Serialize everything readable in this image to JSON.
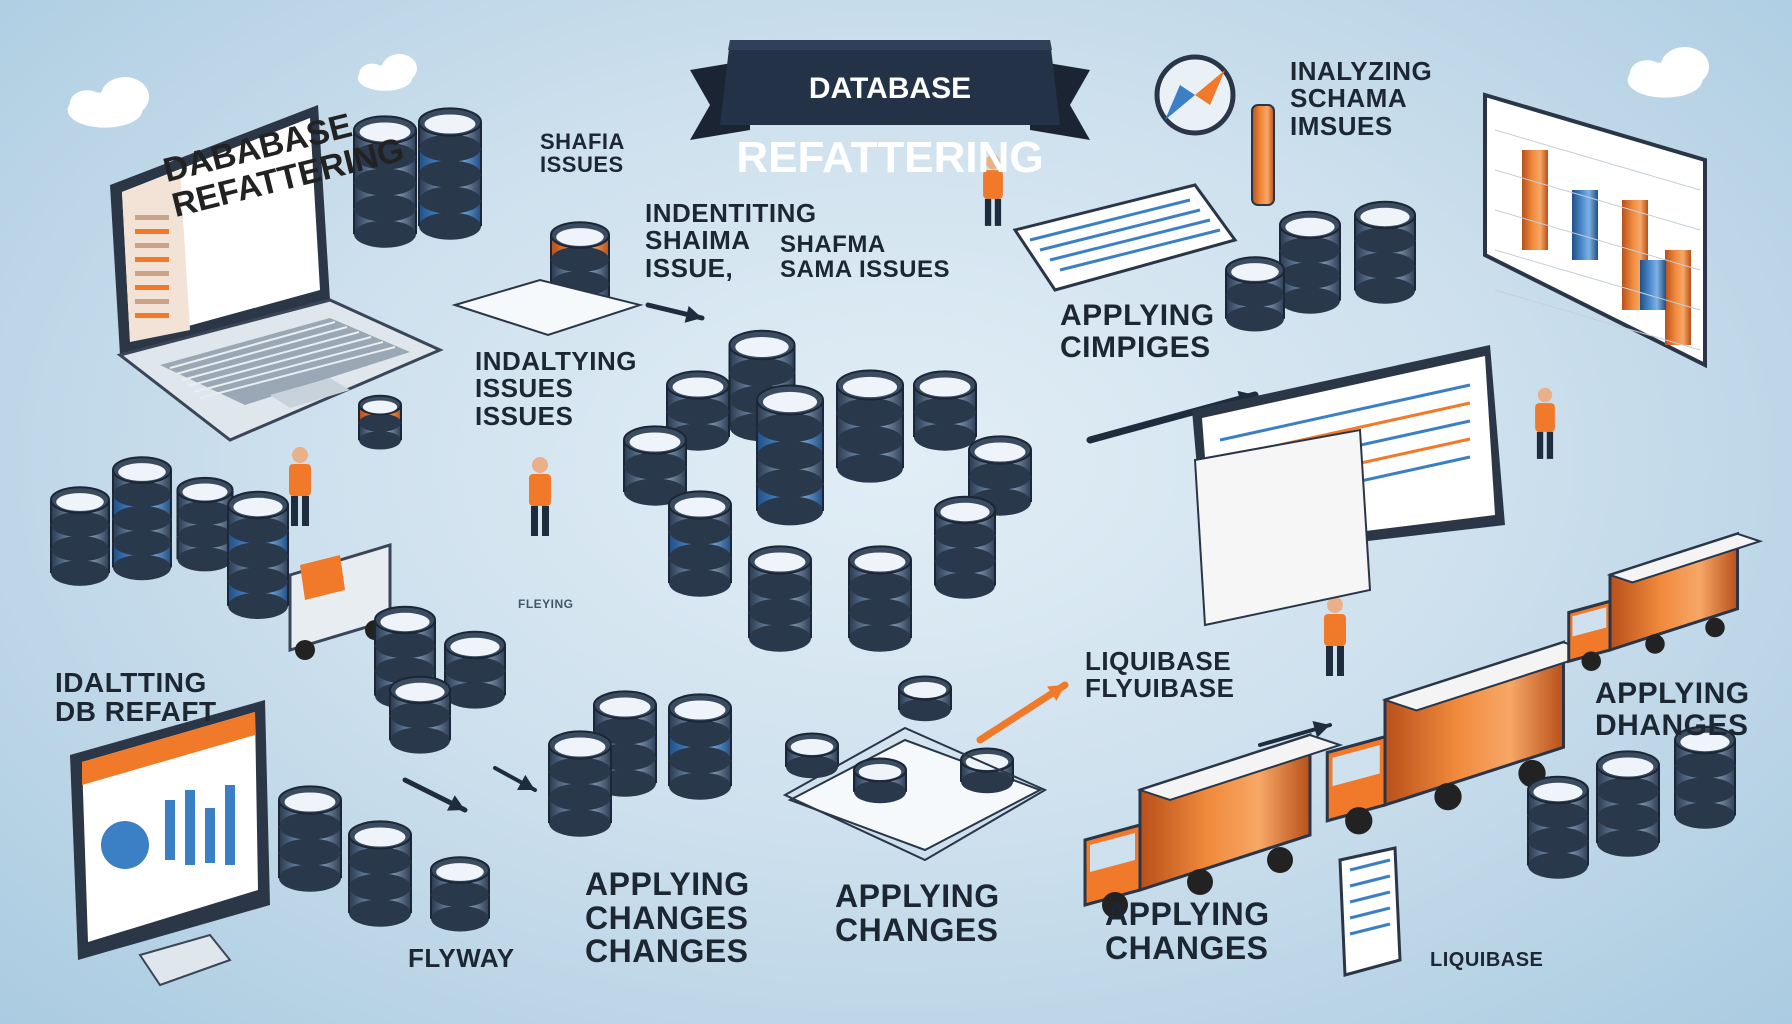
{
  "title": "DATABASE REFATTERING",
  "title_lines": [
    "DATABASE",
    "REFATTERING"
  ],
  "laptop_screen_text": "DABABASE\nREFATTERING",
  "labels": {
    "shafia_issues": "SHAFIA\nISSUES",
    "indentiting": "INDENTITING\nSHAIMA\nISSUE,",
    "sama_issues": "SHAFMA\nSAMA ISSUES",
    "analyzing": "INALYZING\nSCHAMA\nIMSUES",
    "applying_cimpiges": "APPLYING\nCIMPIGES",
    "indaltying": "INDALTYING\nISSUES\nISSUES",
    "idaltting_db": "IDALTTING\nDB REFAFT",
    "liquibase_flyuibase": "LIQUIBASE\nFLYUIBASE",
    "applying_dhanges": "APPLYING\nDHANGES",
    "applying_changes_1": "APPLYING\nCHANGES\nCHANGES",
    "applying_changes_2": "APPLYING\nCHANGES",
    "applying_changes_3": "APPLYING\nCHANGES",
    "flyway": "FLYWAY",
    "liquibase": "LIQUIBASE",
    "small_tag": "FLEYING"
  },
  "colors": {
    "navy": "#1f2c3d",
    "orange": "#f07a2a",
    "blue": "#3b7fc4",
    "steel": "#5d7a99",
    "sky": "#cfe1ee"
  },
  "icons": [
    "database-icon",
    "laptop-icon",
    "monitor-icon",
    "truck-icon",
    "worker-icon",
    "bar-chart-icon",
    "arrow-icon",
    "cloud-icon",
    "compass-icon"
  ]
}
